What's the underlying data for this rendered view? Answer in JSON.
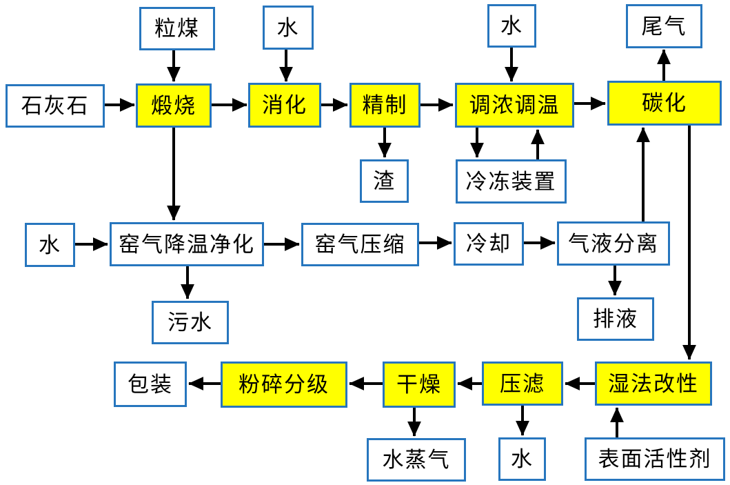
{
  "diagram": {
    "description": "Process flow diagram (chemical production flowchart, Chinese labels)",
    "colors": {
      "background": "#ffffff",
      "box_border": "#2776be",
      "process_box_fill": "#ffff00",
      "io_box_fill": "#ffffff",
      "arrow": "#000000",
      "text": "#000000"
    },
    "nodes": {
      "granular_coal": {
        "label": "粒煤",
        "type": "input"
      },
      "water_1": {
        "label": "水",
        "type": "input"
      },
      "water_2": {
        "label": "水",
        "type": "input"
      },
      "tail_gas": {
        "label": "尾气",
        "type": "output"
      },
      "limestone": {
        "label": "石灰石",
        "type": "input"
      },
      "calcination": {
        "label": "煅烧",
        "type": "process"
      },
      "slaking": {
        "label": "消化",
        "type": "process"
      },
      "refining": {
        "label": "精制",
        "type": "process"
      },
      "conc_temp_adjust": {
        "label": "调浓调温",
        "type": "process"
      },
      "carbonation": {
        "label": "碳化",
        "type": "process"
      },
      "slag": {
        "label": "渣",
        "type": "output"
      },
      "freezing_unit": {
        "label": "冷冻装置",
        "type": "auxiliary"
      },
      "water_3": {
        "label": "水",
        "type": "input"
      },
      "kiln_gas_cooling": {
        "label": "窑气降温净化",
        "type": "step"
      },
      "kiln_gas_compression": {
        "label": "窑气压缩",
        "type": "step"
      },
      "cooling": {
        "label": "冷却",
        "type": "step"
      },
      "gas_liquid_separation": {
        "label": "气液分离",
        "type": "step"
      },
      "wastewater": {
        "label": "污水",
        "type": "output"
      },
      "drain": {
        "label": "排液",
        "type": "output"
      },
      "packaging": {
        "label": "包装",
        "type": "output"
      },
      "crushing_grading": {
        "label": "粉碎分级",
        "type": "process"
      },
      "drying": {
        "label": "干燥",
        "type": "process"
      },
      "press_filtration": {
        "label": "压滤",
        "type": "process"
      },
      "wet_modification": {
        "label": "湿法改性",
        "type": "process"
      },
      "steam": {
        "label": "水蒸气",
        "type": "output"
      },
      "water_4": {
        "label": "水",
        "type": "output"
      },
      "surfactant": {
        "label": "表面活性剂",
        "type": "input"
      }
    },
    "edges": [
      {
        "from": "granular_coal",
        "to": "calcination"
      },
      {
        "from": "limestone",
        "to": "calcination"
      },
      {
        "from": "water_1",
        "to": "slaking"
      },
      {
        "from": "calcination",
        "to": "slaking"
      },
      {
        "from": "slaking",
        "to": "refining"
      },
      {
        "from": "refining",
        "to": "slag"
      },
      {
        "from": "refining",
        "to": "conc_temp_adjust"
      },
      {
        "from": "water_2",
        "to": "conc_temp_adjust"
      },
      {
        "from": "conc_temp_adjust",
        "to": "freezing_unit"
      },
      {
        "from": "freezing_unit",
        "to": "conc_temp_adjust"
      },
      {
        "from": "conc_temp_adjust",
        "to": "carbonation"
      },
      {
        "from": "carbonation",
        "to": "tail_gas"
      },
      {
        "from": "calcination",
        "to": "kiln_gas_cooling"
      },
      {
        "from": "water_3",
        "to": "kiln_gas_cooling"
      },
      {
        "from": "kiln_gas_cooling",
        "to": "wastewater"
      },
      {
        "from": "kiln_gas_cooling",
        "to": "kiln_gas_compression"
      },
      {
        "from": "kiln_gas_compression",
        "to": "cooling"
      },
      {
        "from": "cooling",
        "to": "gas_liquid_separation"
      },
      {
        "from": "gas_liquid_separation",
        "to": "drain"
      },
      {
        "from": "gas_liquid_separation",
        "to": "carbonation"
      },
      {
        "from": "carbonation",
        "to": "wet_modification"
      },
      {
        "from": "surfactant",
        "to": "wet_modification"
      },
      {
        "from": "wet_modification",
        "to": "press_filtration"
      },
      {
        "from": "press_filtration",
        "to": "water_4"
      },
      {
        "from": "press_filtration",
        "to": "drying"
      },
      {
        "from": "drying",
        "to": "steam"
      },
      {
        "from": "drying",
        "to": "crushing_grading"
      },
      {
        "from": "crushing_grading",
        "to": "packaging"
      }
    ]
  }
}
